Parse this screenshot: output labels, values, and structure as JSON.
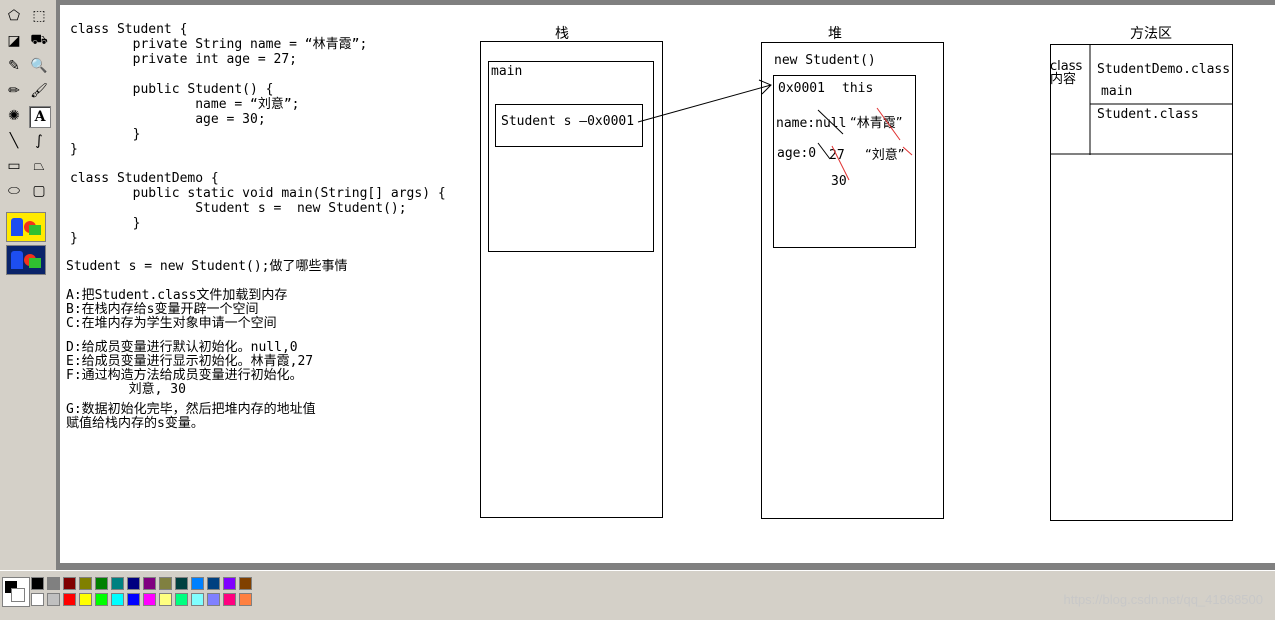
{
  "toolbox": {
    "tools": [
      {
        "name": "free-select-icon",
        "glyph": "⬠"
      },
      {
        "name": "rect-select-icon",
        "glyph": "⬚"
      },
      {
        "name": "eraser-icon",
        "glyph": "◪"
      },
      {
        "name": "fill-bucket-icon",
        "glyph": "⛟"
      },
      {
        "name": "color-picker-icon",
        "glyph": "✎"
      },
      {
        "name": "magnifier-icon",
        "glyph": "🔍"
      },
      {
        "name": "pencil-icon",
        "glyph": "✏"
      },
      {
        "name": "brush-icon",
        "glyph": "🖌"
      },
      {
        "name": "airbrush-icon",
        "glyph": "✺"
      },
      {
        "name": "text-tool-icon",
        "glyph": "A"
      },
      {
        "name": "line-tool-icon",
        "glyph": "╲"
      },
      {
        "name": "curve-tool-icon",
        "glyph": "∫"
      },
      {
        "name": "rectangle-tool-icon",
        "glyph": "▭"
      },
      {
        "name": "polygon-tool-icon",
        "glyph": "⏢"
      },
      {
        "name": "ellipse-tool-icon",
        "glyph": "⬭"
      },
      {
        "name": "rounded-rect-tool-icon",
        "glyph": "▢"
      }
    ]
  },
  "code": {
    "lines1": "class Student {\n        private String name = “林青霞”;\n        private int age = 27;\n\n        public Student() {\n                name = “刘意”;\n                age = 30;\n        }\n}",
    "lines2": "class StudentDemo {\n        public static void main(String[] args) {\n                Student s =  new Student();\n        }\n}",
    "question": "Student s = new Student();做了哪些事情",
    "steps_abc": "A:把Student.class文件加载到内存\nB:在栈内存给s变量开辟一个空间\nC:在堆内存为学生对象申请一个空间",
    "steps_def": "D:给成员变量进行默认初始化。null,0\nE:给成员变量进行显示初始化。林青霞,27\nF:通过构造方法给成员变量进行初始化。\n        刘意, 30",
    "steps_g": "G:数据初始化完毕，然后把堆内存的地址值\n赋值给栈内存的s变量。"
  },
  "stack": {
    "title": "栈",
    "frame": "main",
    "var": "Student s —0x0001"
  },
  "heap": {
    "title": "堆",
    "new_label": "new Student()",
    "addr": "0x0001",
    "this_label": "this",
    "name_label": "name:null",
    "name_val1": "“林青霞”",
    "age_label": "age:0",
    "age_val1": "27",
    "name_val2": "“刘意”",
    "age_val2": "30"
  },
  "method_area": {
    "title": "方法区",
    "side": "class\n内容",
    "item1": "StudentDemo.class",
    "item1_sub": "main",
    "item2": "Student.class"
  },
  "palette": {
    "top": [
      "#000000",
      "#808080",
      "#800000",
      "#808000",
      "#008000",
      "#008080",
      "#000080",
      "#800080",
      "#808040",
      "#004040",
      "#0080ff",
      "#004080",
      "#8000ff",
      "#804000"
    ],
    "bottom": [
      "#ffffff",
      "#c0c0c0",
      "#ff0000",
      "#ffff00",
      "#00ff00",
      "#00ffff",
      "#0000ff",
      "#ff00ff",
      "#ffff80",
      "#00ff80",
      "#80ffff",
      "#8080ff",
      "#ff0080",
      "#ff8040"
    ]
  },
  "watermark": "https://blog.csdn.net/qq_41868500"
}
